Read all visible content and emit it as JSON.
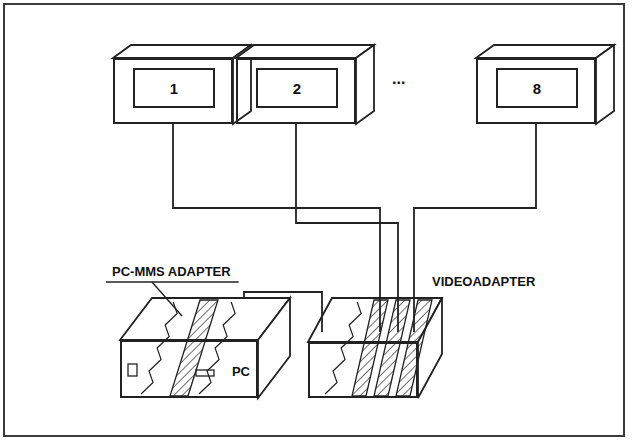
{
  "diagram": {
    "nodes": [
      {
        "text": [
          "1"
        ]
      },
      {
        "text": [
          "2"
        ]
      },
      {
        "text": [
          "8"
        ]
      },
      {
        "text": [
          "PC"
        ]
      },
      {
        "text": [
          "VIDEOADAPTER"
        ]
      }
    ],
    "edges": [
      {
        "from": 0,
        "to": 4,
        "arrow": "none"
      },
      {
        "from": 1,
        "to": 4,
        "arrow": "none"
      },
      {
        "from": 2,
        "to": 4,
        "arrow": "none"
      },
      {
        "from": 3,
        "to": 4,
        "arrow": "none"
      }
    ],
    "labels": [
      "PC-MMS ADAPTER",
      "..."
    ]
  }
}
